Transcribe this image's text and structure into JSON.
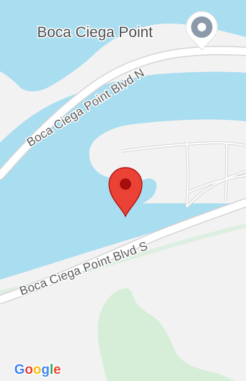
{
  "map": {
    "place": {
      "name": "Boca Ciega Point",
      "icon": "place-marker-icon"
    },
    "roads": {
      "north": "Boca Ciega Point Blvd N",
      "south": "Boca Ciega Point Blvd S"
    },
    "pin": {
      "icon": "red-location-pin-icon",
      "color": "#EA4335"
    },
    "attribution": {
      "logo_text": "Google",
      "letters": [
        "G",
        "o",
        "o",
        "g",
        "l",
        "e"
      ],
      "letter_colors": [
        "#4285F4",
        "#EA4335",
        "#FBBC05",
        "#4285F4",
        "#34A853",
        "#EA4335"
      ]
    },
    "colors": {
      "water": "#A9DDF0",
      "land": "#F2F2F2",
      "park": "#D6EED8",
      "road": "#FFFFFF",
      "road_edge": "#D4D4D4"
    }
  }
}
